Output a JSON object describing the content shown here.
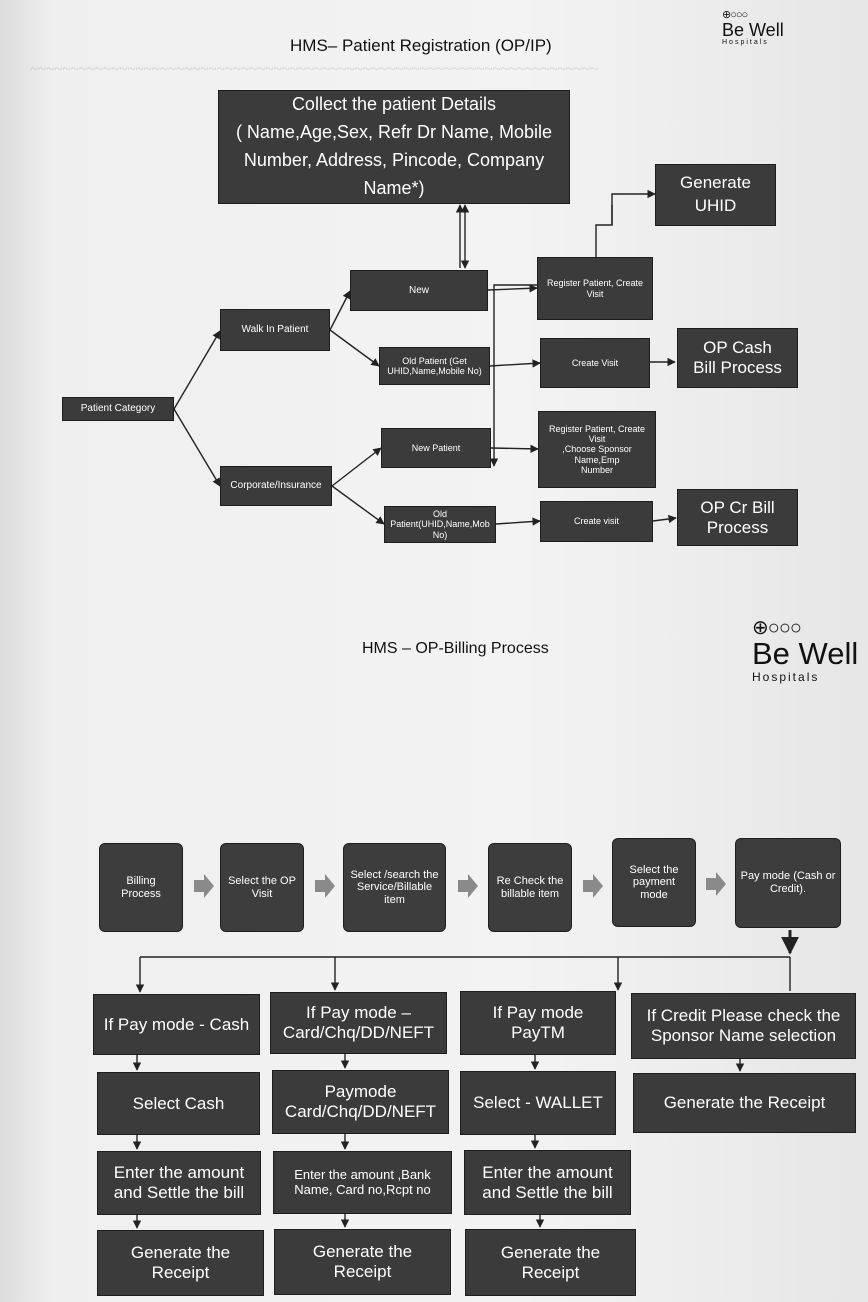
{
  "top_section": {
    "title": "HMS– Patient Registration (OP/IP)",
    "logo": {
      "mark": "⊕○○○",
      "name": "Be Well",
      "sub": "Hospitals"
    },
    "collect_details": "Collect the patient  Details\n( Name,Age,Sex, Refr Dr Name, Mobile\nNumber, Address, Pincode, Company Name*)",
    "generate_uhid": "Generate\nUHID",
    "patient_category": "Patient Category",
    "walk_in_patient": "Walk In Patient",
    "corporate_insurance": "Corporate/Insurance",
    "new": "New",
    "old_patient_walkin": "Old Patient (Get\nUHID,Name,Mobile No)",
    "new_patient": "New Patient",
    "old_patient_corp": "Old Patient(UHID,Name,Mob\nNo)",
    "register_create_visit": "Register Patient, Create  Visit",
    "create_visit": "Create Visit",
    "register_sponsor": "Register Patient, Create Visit\n,Choose Sponsor Name,Emp\nNumber",
    "create_visit_2": "Create visit",
    "op_cash_bill": "OP Cash\nBill Process",
    "op_cr_bill": "OP Cr Bill\nProcess"
  },
  "bottom_section": {
    "title": "HMS –  OP-Billing Process",
    "logo": {
      "mark": "⊕○○○",
      "name": "Be Well",
      "sub": "Hospitals"
    },
    "steps": [
      "Billing\nProcess",
      "Select the OP\nVisit",
      "Select /search the\nService/Billable\nitem",
      "Re Check the\nbillable item",
      "Select the\npayment\nmode",
      "Pay mode (Cash or\nCredit)."
    ],
    "cash_column": [
      "If Pay mode - Cash",
      "Select Cash",
      "Enter the amount\nand Settle the bill",
      "Generate the\nReceipt"
    ],
    "card_column": [
      "If Pay mode –\nCard/Chq/DD/NEFT",
      "Paymode\nCard/Chq/DD/NEFT",
      "Enter the amount ,Bank\nName, Card no,Rcpt no",
      "Generate the\nReceipt"
    ],
    "paytm_column": [
      "If Pay mode\nPayTM",
      "Select - WALLET",
      "Enter the amount\nand Settle the bill",
      "Generate the\nReceipt"
    ],
    "credit_column": [
      "If Credit Please check the\nSponsor Name selection",
      "Generate the Receipt"
    ]
  }
}
